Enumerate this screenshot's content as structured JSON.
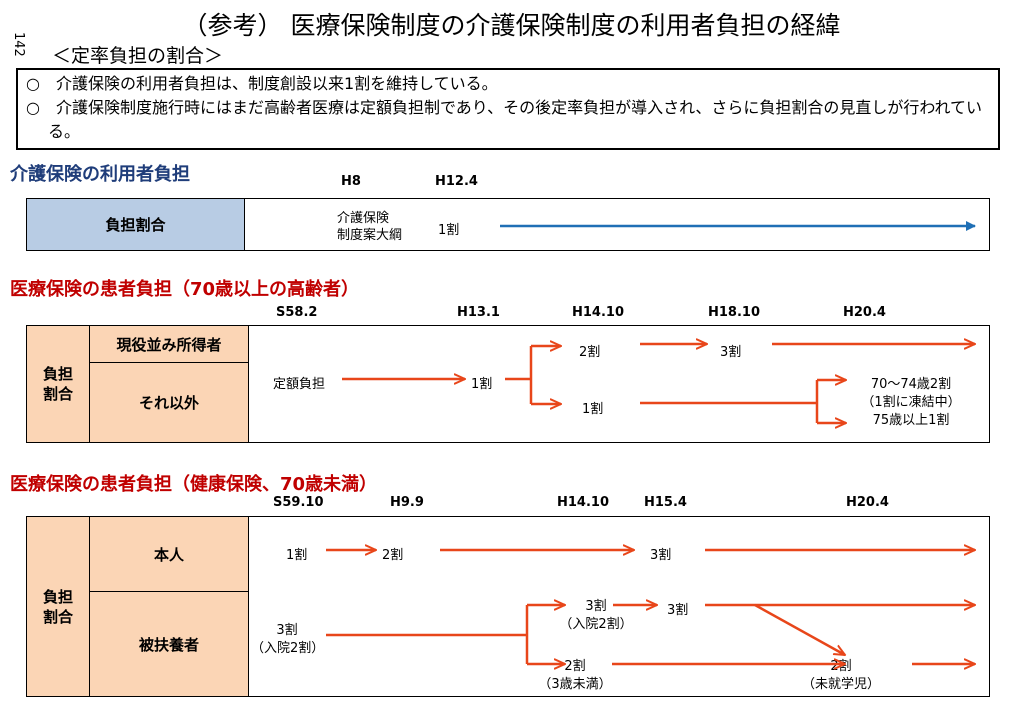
{
  "page_number": "142",
  "title": "（参考） 医療保険制度の介護保険制度の利用者負担の経緯",
  "subtitle": "＜定率負担の割合＞",
  "notes": [
    "○　介護保険の利用者負担は、制度創設以来1割を維持している。",
    "○　介護保険制度施行時にはまだ高齢者医療は定額負担制であり、その後定率負担が導入され、さらに負担割合の見直しが行われている。"
  ],
  "section1": {
    "heading": "介護保険の利用者負担",
    "timeline": [
      "H8",
      "H12.4"
    ],
    "row_label": "負担割合",
    "plan_label": [
      "介護保険",
      "制度案大綱"
    ],
    "ratio": "1割"
  },
  "section2": {
    "heading": "医療保険の患者負担（70歳以上の高齢者）",
    "timeline": [
      "S58.2",
      "H13.1",
      "H14.10",
      "H18.10",
      "H20.4"
    ],
    "group_label": [
      "負担",
      "割合"
    ],
    "row1_label": "現役並み所得者",
    "row2_label": "それ以外",
    "fixed": "定額負担",
    "r_1": "1割",
    "r1_2": "2割",
    "r1_3": "3割",
    "r2_1": "1割",
    "final": [
      "70～74歳2割",
      "（1割に凍結中）",
      "75歳以上1割"
    ]
  },
  "section3": {
    "heading": "医療保険の患者負担（健康保険、70歳未満）",
    "timeline": [
      "S59.10",
      "H9.9",
      "H14.10",
      "H15.4",
      "H20.4"
    ],
    "group_label": [
      "負担",
      "割合"
    ],
    "row1_label": "本人",
    "row2_label": "被扶養者",
    "honin": [
      "1割",
      "2割",
      "3割"
    ],
    "fuyo_start": [
      "3割",
      "（入院2割）"
    ],
    "fuyo_upper": [
      "3割",
      "（入院2割）"
    ],
    "fuyo_upper2": "3割",
    "fuyo_lower": [
      "2割",
      "（3歳未満）"
    ],
    "fuyo_final": [
      "2割",
      "（未就学児）"
    ]
  },
  "colors": {
    "arrow_blue": "#1f6fb5",
    "arrow_red": "#e8461a",
    "cell_blue": "#b8cce4",
    "cell_peach": "#fbd5b5",
    "heading_blue": "#1f3d7a",
    "heading_red": "#c00000"
  }
}
